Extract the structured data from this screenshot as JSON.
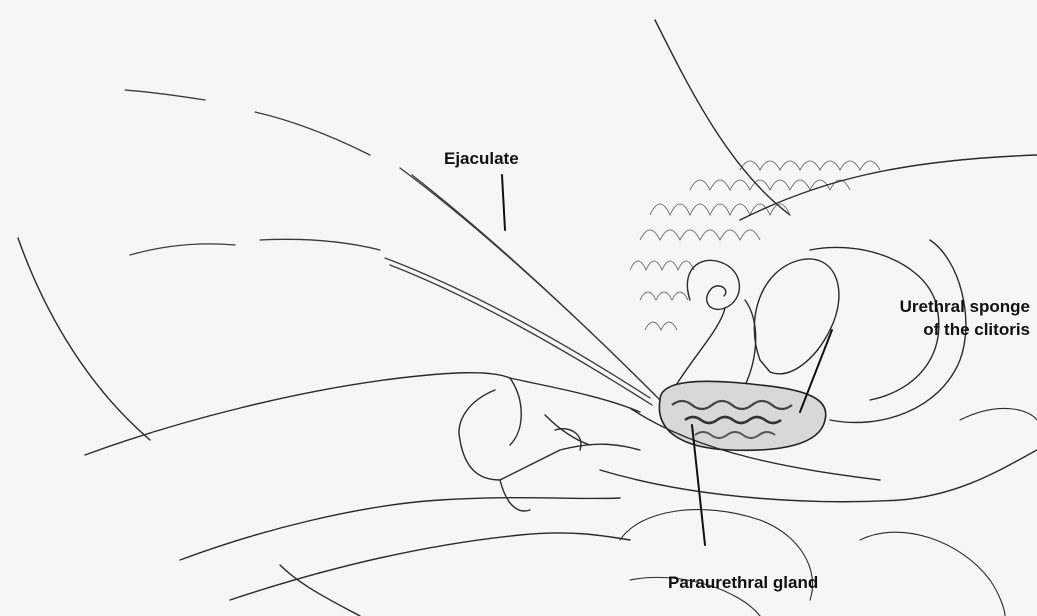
{
  "labels": {
    "ejaculate": "Ejaculate",
    "urethral_sponge_line1": "Urethral sponge",
    "urethral_sponge_line2": "of the clitoris",
    "paraurethral_gland": "Paraurethral gland"
  },
  "colors": {
    "background": "#f6f6f6",
    "line": "#2a2a2a",
    "gland_fill": "#9a9a9a"
  }
}
